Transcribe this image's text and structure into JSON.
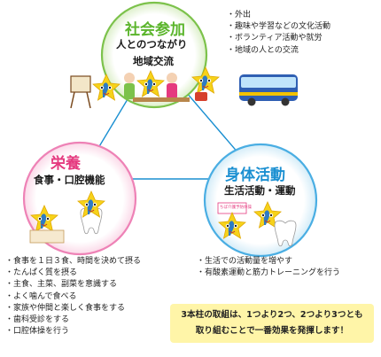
{
  "social": {
    "title": "社会参加",
    "subtitle1": "人とのつながり",
    "subtitle2": "地域交流",
    "bullets": [
      "・外出",
      "・趣味や学習などの文化活動",
      "・ボランティア活動や就労",
      "・地域の人との交流"
    ]
  },
  "nutrition": {
    "title": "栄養",
    "subtitle": "食事・口腔機能",
    "bullets": [
      "・食事を１日３食、時間を決めて摂る",
      "・たんぱく質を摂る",
      "・主食、主菜、副菜を意識する",
      "・よく噛んで食べる",
      "・家族や仲間と楽しく食事をする",
      "・歯科受診をする",
      "・口腔体操を行う"
    ]
  },
  "physical": {
    "title": "身体活動",
    "subtitle": "生活活動・運動",
    "bullets": [
      "・生活での活動量を増やす",
      "・有酸素運動と筋力トレーニングを行う"
    ]
  },
  "sign_text": "ちば介護予防体操",
  "callout": {
    "line1": "3本柱の取組は、1つより2つ、2つより3つとも",
    "line2": "取り組むことで一番効果を発揮します！"
  },
  "colors": {
    "social": "#7cc24b",
    "nutrition": "#ee82b6",
    "physical": "#4aaee3",
    "callout_bg": "#fff5a8"
  }
}
